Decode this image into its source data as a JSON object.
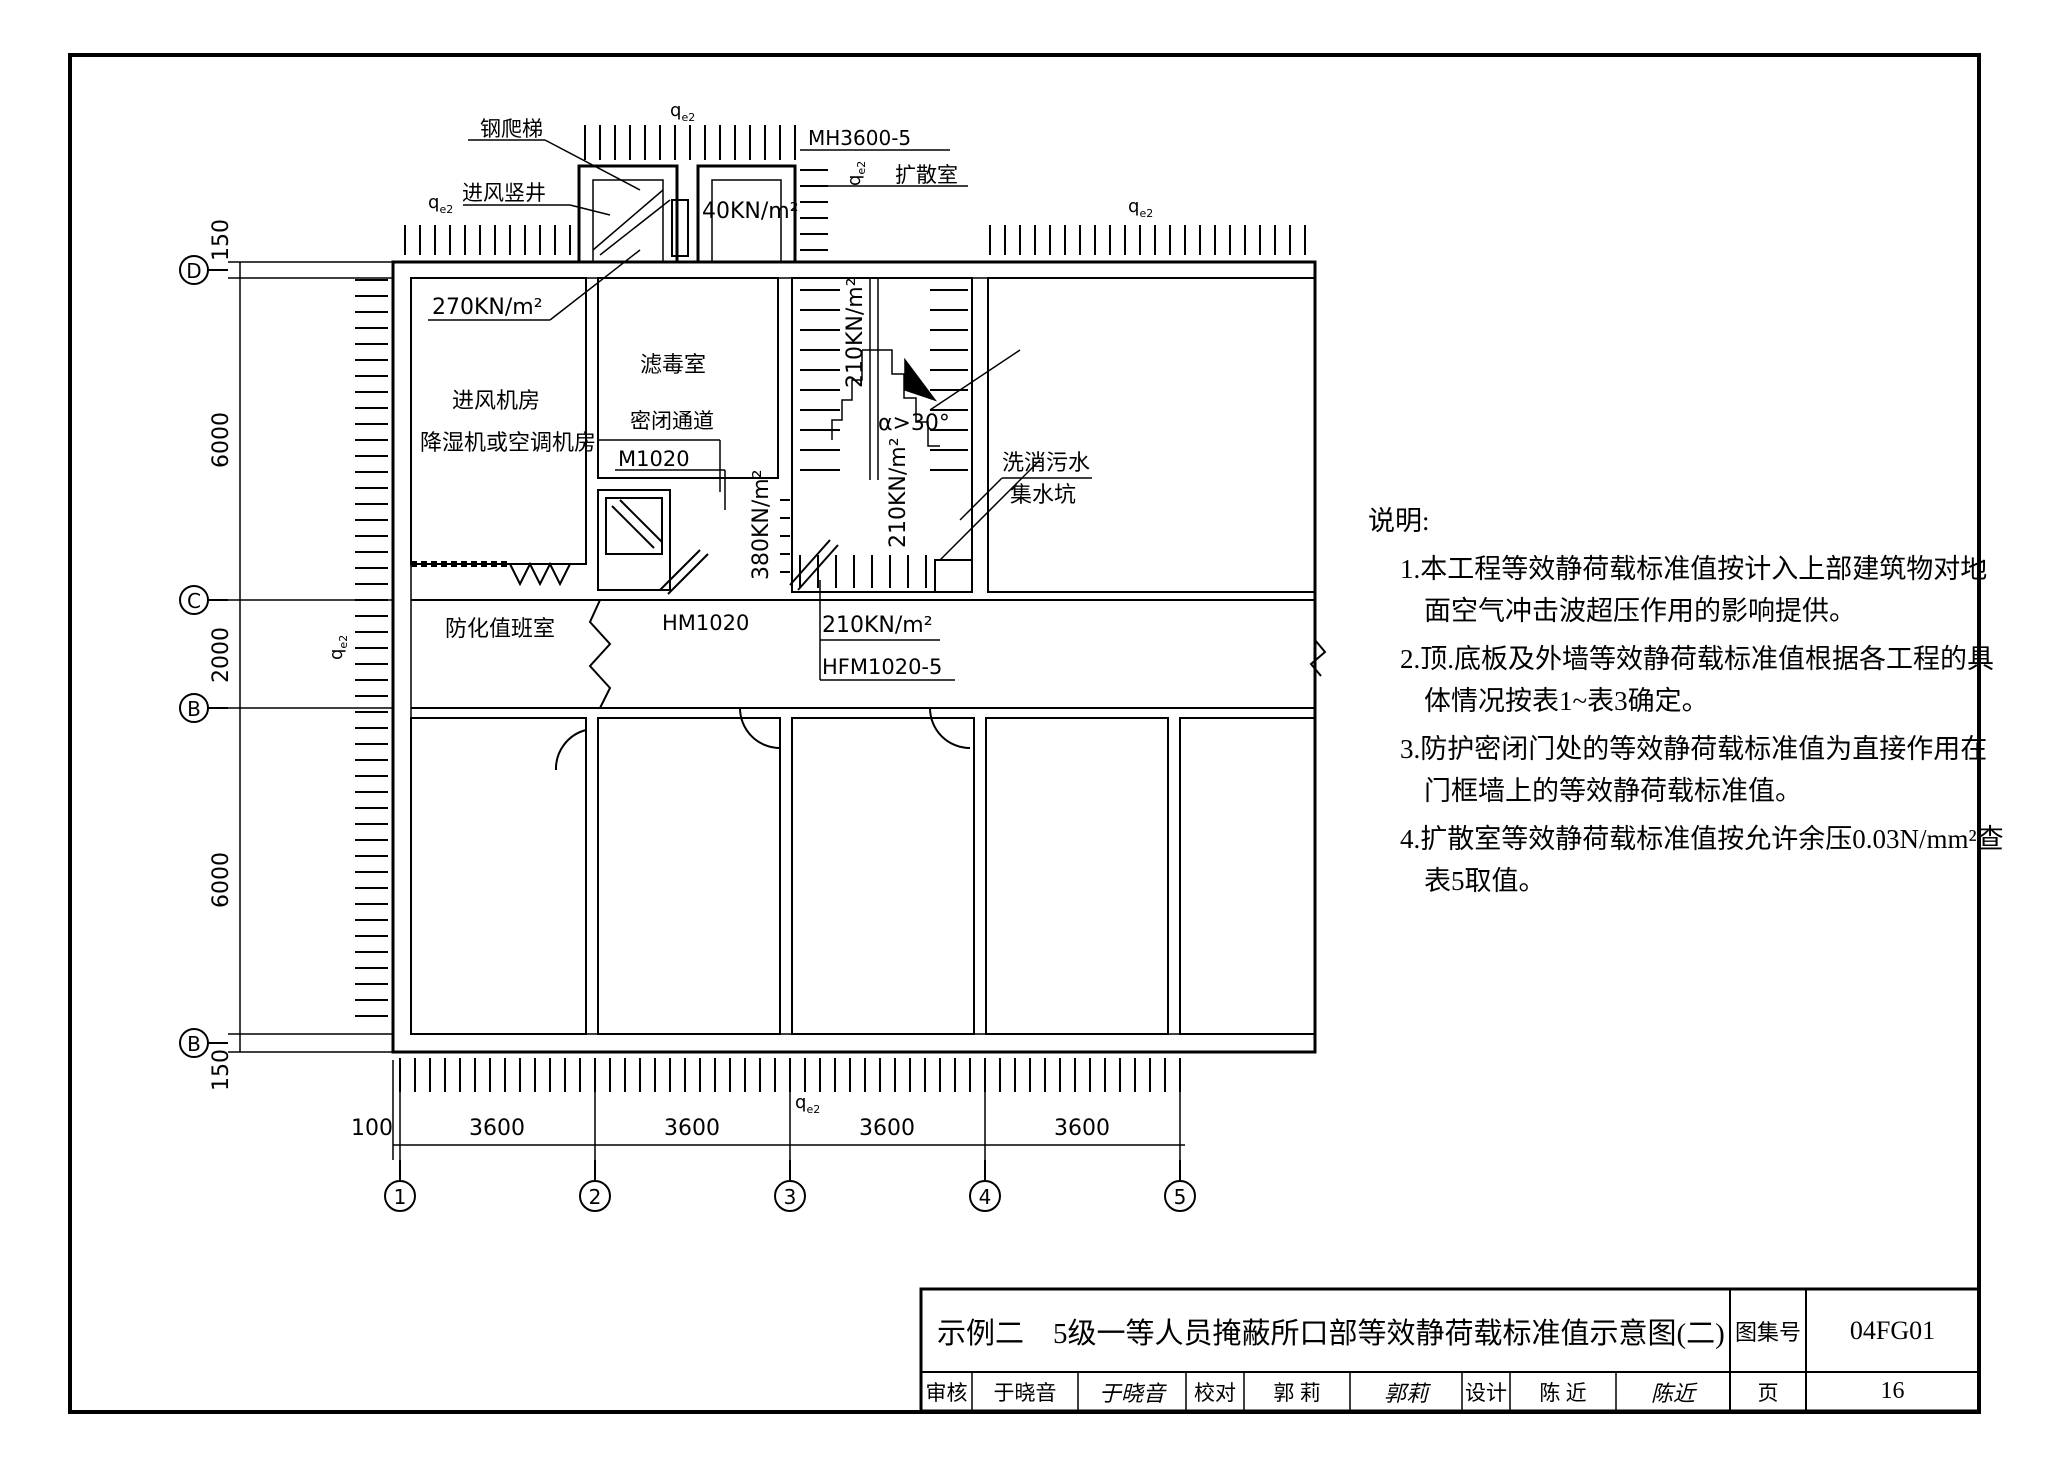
{
  "labels": {
    "ladder": "钢爬梯",
    "air_shaft": "进风竖井",
    "mh_door": "MH3600-5",
    "expansion_room": "扩散室",
    "load_qe2": "q",
    "load_sub": "e2",
    "load_40": "40KN/m²",
    "load_270": "270KN/m²",
    "load_210_top": "210KN/m²",
    "load_210_mid": "210KN/m²",
    "load_380": "380KN/m²",
    "load_210_bottom": "210KN/m²",
    "angle": "α>30°",
    "filter_room": "滤毒室",
    "airtight_passage": "密闭通道",
    "m1020": "M1020",
    "air_intake_room": "进风机房",
    "dehumid_room": "降湿机或空调机房",
    "guard_room": "防化值班室",
    "hm1020": "HM1020",
    "hfm1020": "HFM1020-5",
    "decon_sump_1": "洗消污水",
    "decon_sump_2": "集水坑"
  },
  "dimensions": {
    "vertical": [
      "150",
      "6000",
      "2000",
      "6000",
      "150"
    ],
    "horizontal": [
      "100",
      "3600",
      "3600",
      "3600",
      "3600"
    ]
  },
  "axes": {
    "rows": [
      "D",
      "C",
      "B",
      "B"
    ],
    "cols": [
      "1",
      "2",
      "3",
      "4",
      "5"
    ]
  },
  "notes": {
    "title": "说明:",
    "items": [
      "1.本工程等效静荷载标准值按计入上部建筑物对地面空气冲击波超压作用的影响提供。",
      "2.顶.底板及外墙等效静荷载标准值根据各工程的具体情况按表1~表3确定。",
      "3.防护密闭门处的等效静荷载标准值为直接作用在门框墙上的等效静荷载标准值。",
      "4.扩散室等效静荷载标准值按允许余压0.03N/mm²查表5取值。"
    ]
  },
  "title_block": {
    "title": "示例二　5级一等人员掩蔽所口部等效静荷载标准值示意图(二)",
    "atlas_label": "图集号",
    "atlas_no": "04FG01",
    "review_label": "审核",
    "review_name": "于晓音",
    "review_sig": "于晓音",
    "check_label": "校对",
    "check_name": "郭 莉",
    "check_sig": "郭莉",
    "design_label": "设计",
    "design_name": "陈 近",
    "design_sig": "陈近",
    "page_label": "页",
    "page_no": "16"
  }
}
